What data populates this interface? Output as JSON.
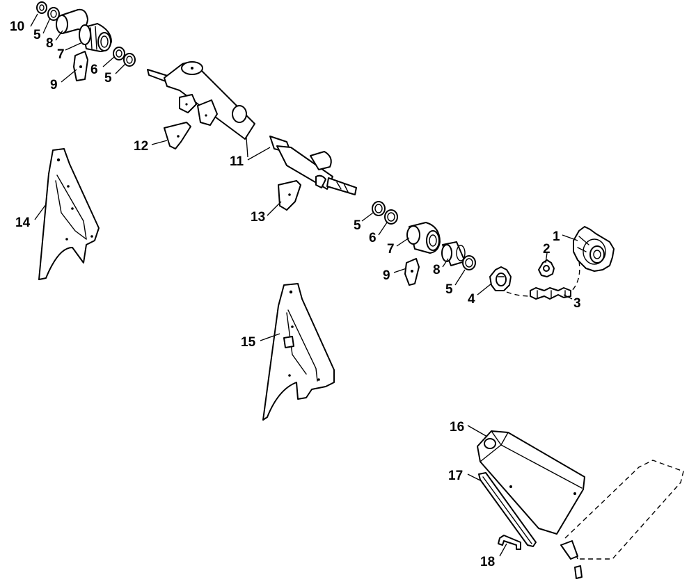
{
  "callouts": {
    "c1": "1",
    "c2": "2",
    "c3": "3",
    "c4": "4",
    "c5a": "5",
    "c5b": "5",
    "c5c": "5",
    "c5d": "5",
    "c6a": "6",
    "c6b": "6",
    "c7a": "7",
    "c7b": "7",
    "c8a": "8",
    "c8b": "8",
    "c9a": "9",
    "c9b": "9",
    "c10": "10",
    "c11": "11",
    "c12": "12",
    "c13": "13",
    "c14": "14",
    "c15": "15",
    "c16": "16",
    "c17": "17",
    "c18": "18"
  }
}
